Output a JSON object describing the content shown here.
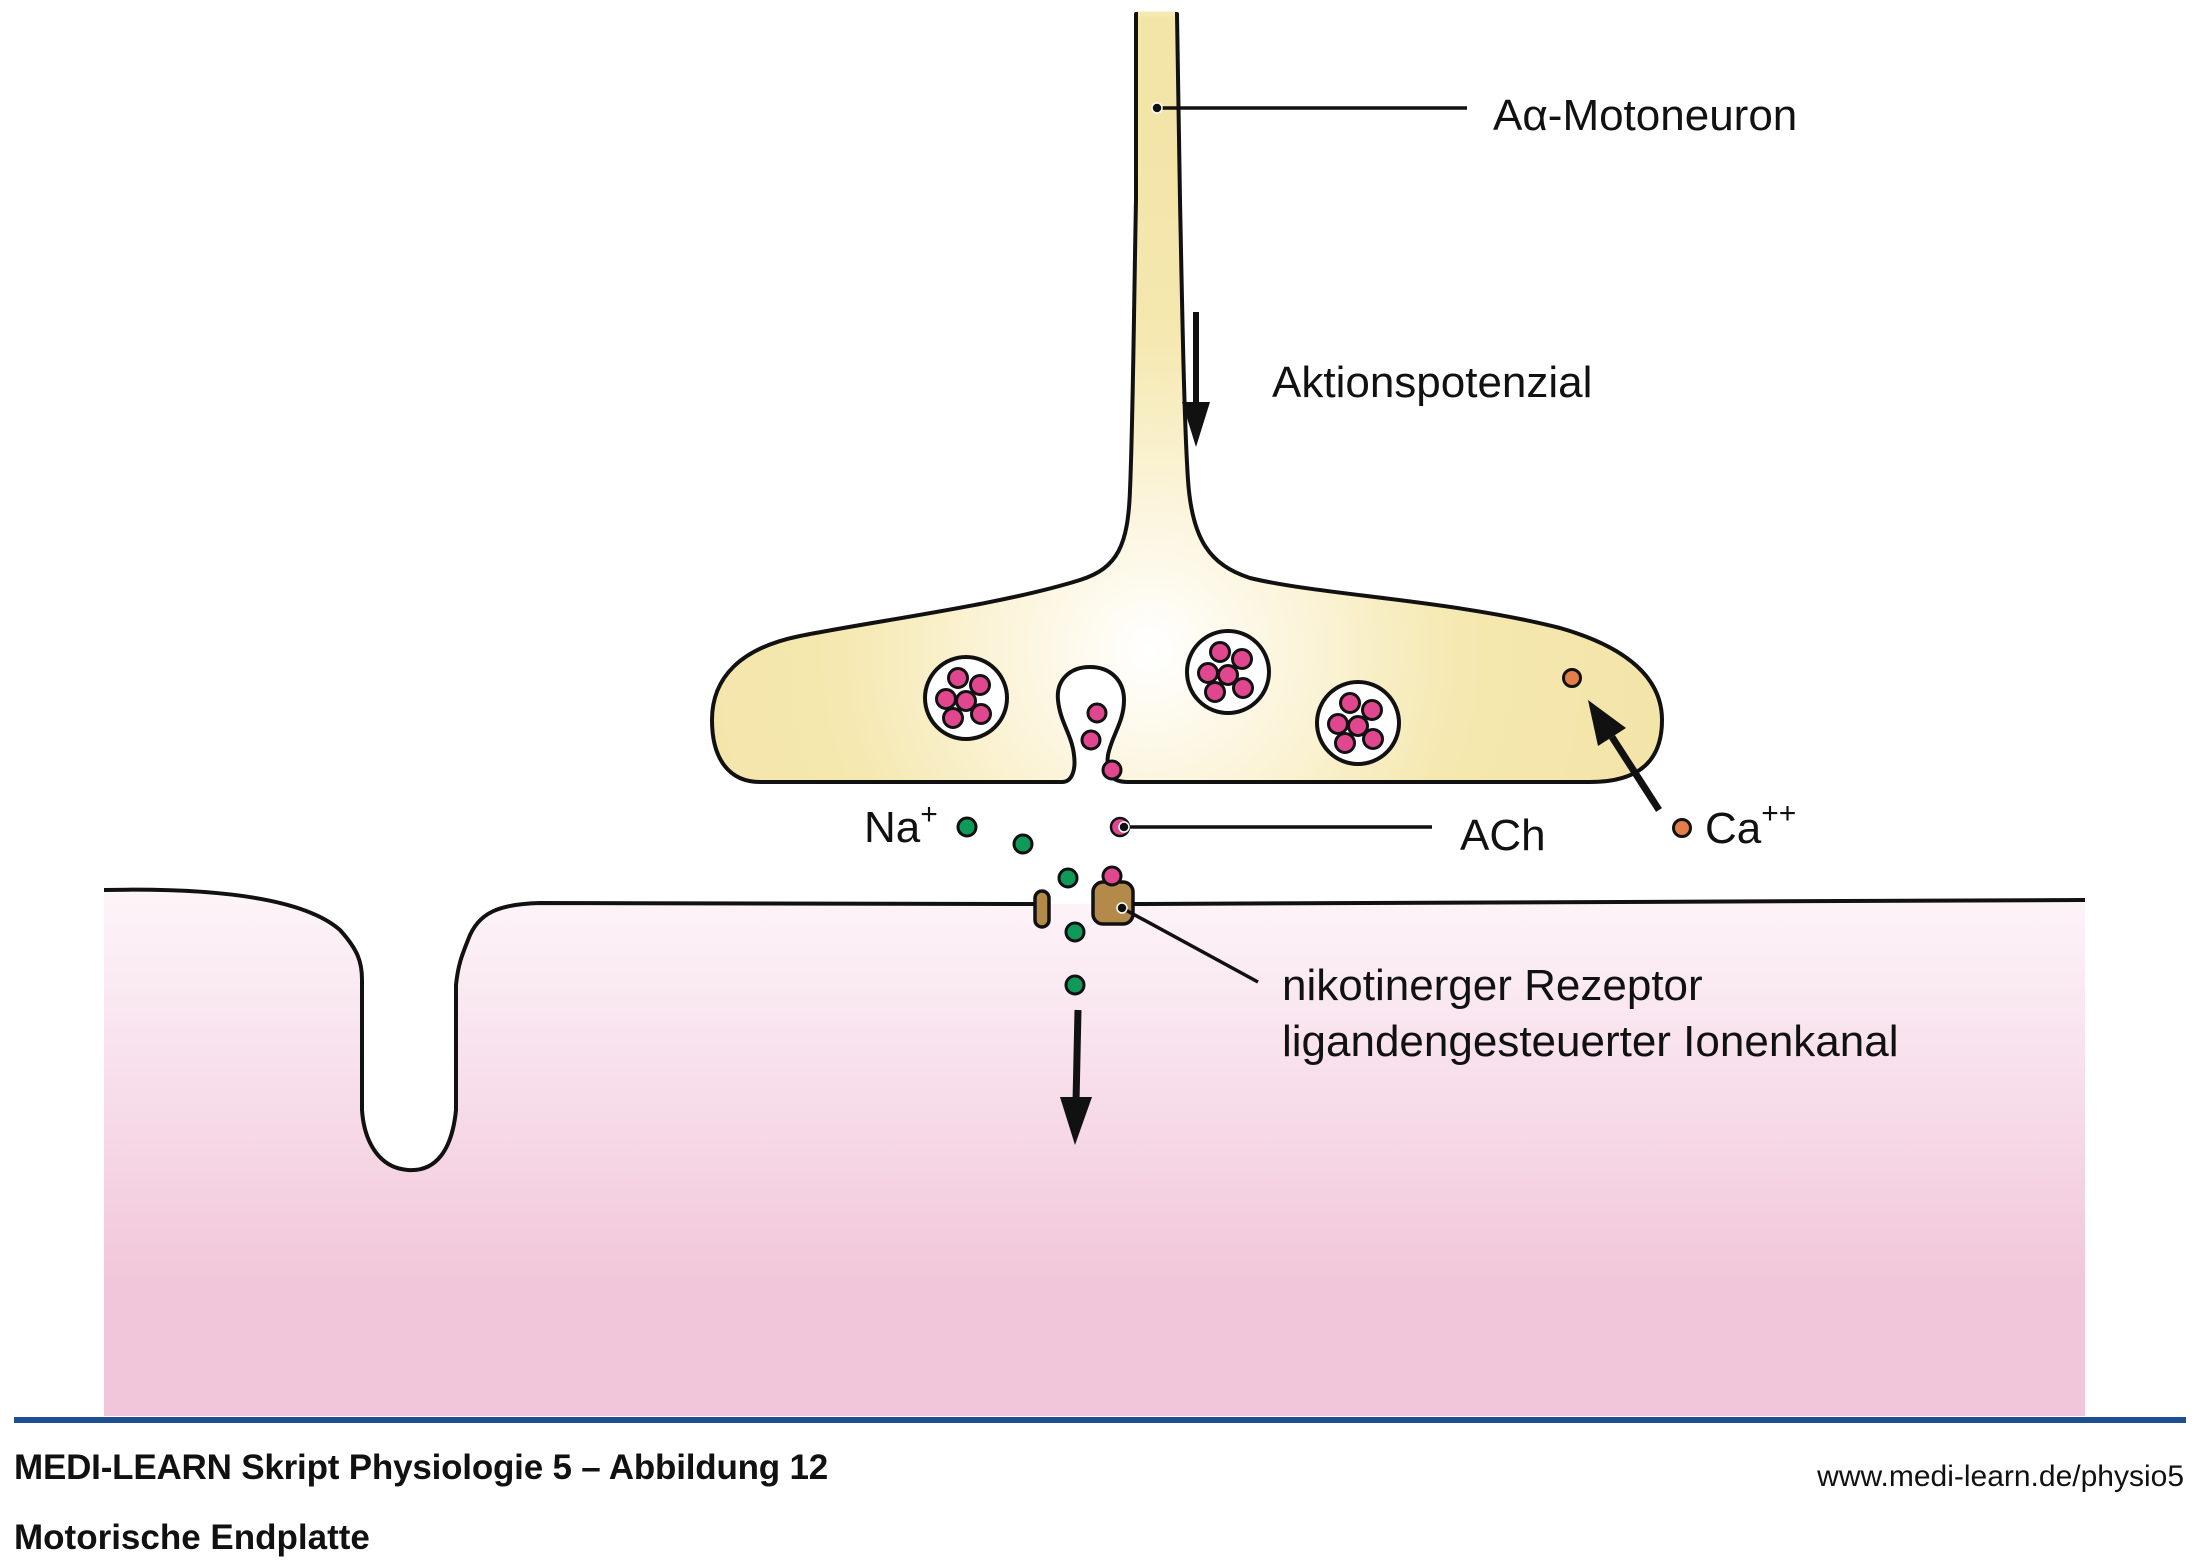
{
  "figure": {
    "labels": {
      "motoneuron": "Aα-Motoneuron",
      "action_potential": "Aktionspotenzial",
      "sodium_base": "Na",
      "sodium_sup": "+",
      "ach": "ACh",
      "calcium_base": "Ca",
      "calcium_sup": "++",
      "receptor_line1": "nikotinerger Rezeptor",
      "receptor_line2": "ligandengesteuerter Ionenkanal"
    },
    "colors": {
      "axon_fill": "#f5e8b0",
      "axon_highlight": "#fffdf5",
      "muscle_top": "#fdf3f8",
      "muscle_bottom": "#f2c6da",
      "ach_pink": "#e0478f",
      "sodium_green": "#0f9a5a",
      "calcium_orange": "#e37d4a",
      "channel_tan": "#b38a4a",
      "outline": "#111111",
      "rule_blue": "#1d4f91"
    },
    "icons": {
      "action_potential_arrow": "arrow-down-icon",
      "calcium_influx_arrow": "arrow-up-left-icon",
      "sodium_influx_arrow": "arrow-down-icon"
    }
  },
  "footer": {
    "title": "MEDI-LEARN Skript Physiologie 5 – Abbildung 12",
    "subtitle": "Motorische Endplatte",
    "url": "www.medi-learn.de/physio5"
  }
}
